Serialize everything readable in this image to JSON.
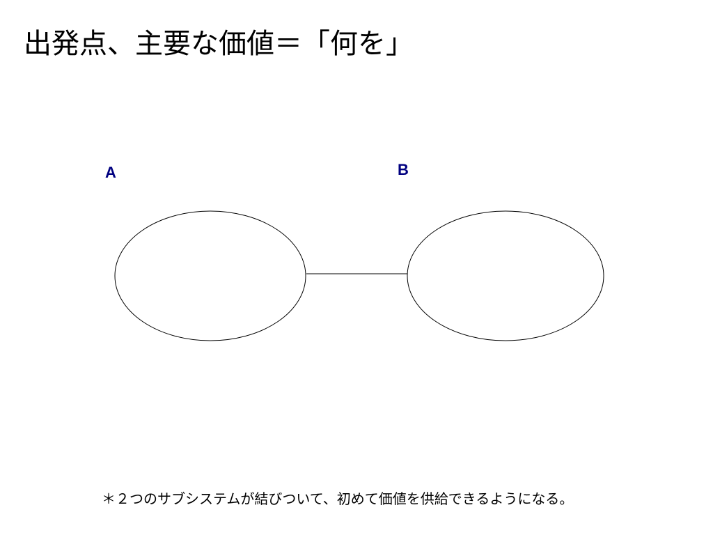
{
  "slide": {
    "title": "出発点、主要な価値＝「何を」",
    "footnote": "＊２つのサブシステムが結びついて、初めて価値を供給できるようになる。"
  },
  "diagram": {
    "nodes": [
      {
        "id": "A",
        "label": "A"
      },
      {
        "id": "B",
        "label": "B"
      }
    ],
    "edges": [
      {
        "from": "A",
        "to": "B"
      }
    ],
    "colors": {
      "label": "#000080",
      "stroke": "#000000",
      "fill": "#ffffff"
    }
  }
}
